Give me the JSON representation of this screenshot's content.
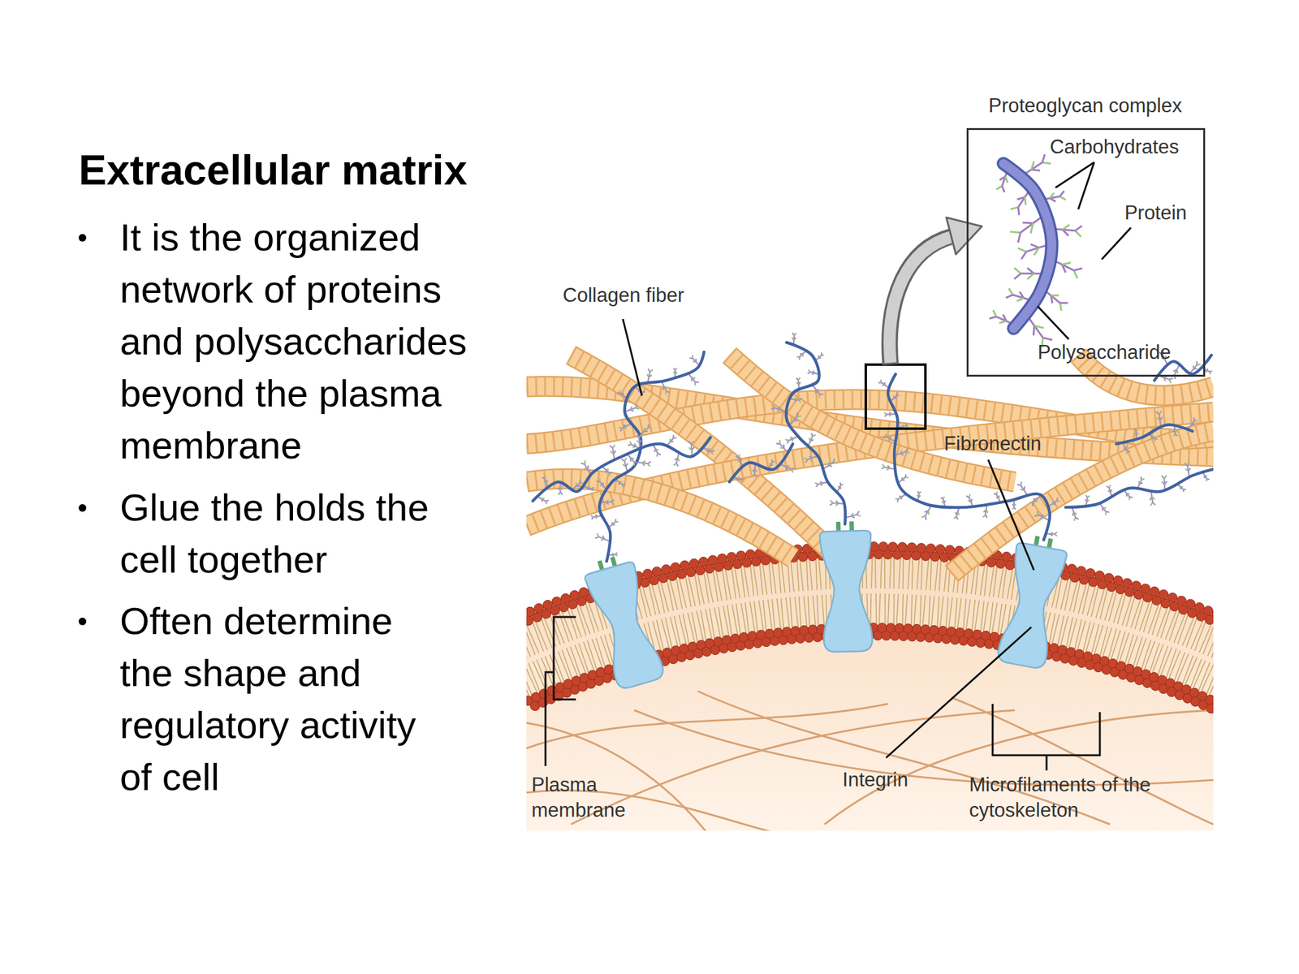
{
  "diagram": {
    "title": "Extracellular matrix",
    "nodes": [
      {
        "text": [
          "Proteoglycan complex",
          "Carbohydrates",
          "Protein",
          "Polysaccharide"
        ]
      }
    ],
    "labels": [
      "It is the organized network of proteins and polysaccharides beyond the plasma membrane",
      "Glue the holds the cell together",
      "Often determine the shape and regulatory activity of cell",
      "Collagen fiber",
      "Fibronectin",
      "Plasma membrane",
      "Integrin",
      "Microfilaments of the cytoskeleton"
    ]
  }
}
